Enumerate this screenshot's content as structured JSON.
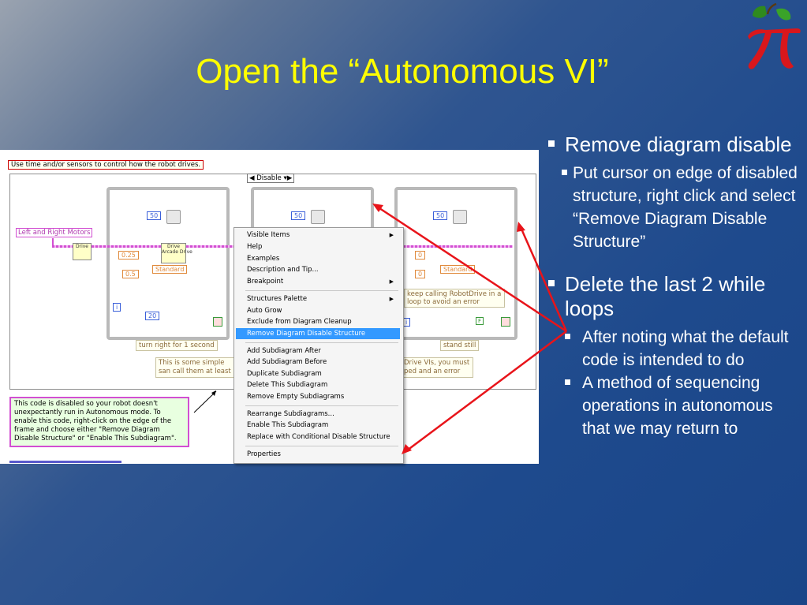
{
  "slide": {
    "title": "Open the “Autonomous VI”"
  },
  "bullets": {
    "b1": "Remove diagram disable",
    "b1_sub": "Put cursor on edge of disabled structure, right click and select “Remove Diagram Disable Structure”",
    "b2": "Delete the last 2 while loops",
    "b2_sub1": "After noting what the default code is intended to do",
    "b2_sub2": "A method of sequencing operations in autonomous that we may return to"
  },
  "diagram": {
    "header_comment": "Use time and/or sensors to control how the robot drives.",
    "disable_selector": "Disable",
    "motors_label": "Left and Right Motors",
    "drive_node": "Drive",
    "arcade_node_top": "Drive",
    "arcade_node_bottom": "Arcade Drive",
    "wait_const_1": "50",
    "wait_const_2": "50",
    "wait_const_3": "50",
    "const_025": "0.25",
    "const_05": "0.5",
    "const_0a": "0",
    "const_0b": "0",
    "standard_1": "Standard",
    "standard_2": "Standard",
    "loop_i": "i",
    "loop_i2": "i",
    "const_20": "20",
    "bool_f": "F",
    "label_turn": "turn right for 1 second",
    "label_stand": "stand still",
    "label_keep": "keep calling RobotDrive in a loop to avoid an error",
    "label_simple": "This is some simple san call them at least every",
    "label_drive_vis": "Drive VIs, you must ped and an error",
    "disabled_note": "This code is disabled so your robot doesn't unexpectantly run in Autonomous mode. To enable this code, right-click on the edge of the frame and choose either \"Remove Diagram Disable Structure\" or \"Enable This Subdiagram\"."
  },
  "context_menu": {
    "items": [
      {
        "label": "Visible Items",
        "submenu": true
      },
      {
        "label": "Help"
      },
      {
        "label": "Examples"
      },
      {
        "label": "Description and Tip..."
      },
      {
        "label": "Breakpoint",
        "submenu": true
      },
      {
        "label": "Structures Palette",
        "submenu": true
      },
      {
        "label": "Auto Grow"
      },
      {
        "label": "Exclude from Diagram Cleanup"
      },
      {
        "label": "Remove Diagram Disable Structure",
        "selected": true
      },
      {
        "label": "Add Subdiagram After"
      },
      {
        "label": "Add Subdiagram Before"
      },
      {
        "label": "Duplicate Subdiagram"
      },
      {
        "label": "Delete This Subdiagram"
      },
      {
        "label": "Remove Empty Subdiagrams"
      },
      {
        "label": "Rearrange Subdiagrams..."
      },
      {
        "label": "Enable This Subdiagram"
      },
      {
        "label": "Replace with Conditional Disable Structure"
      },
      {
        "label": "Properties"
      }
    ]
  },
  "colors": {
    "title": "#ffff00",
    "arrow": "#e8141a",
    "menu_highlight": "#3399ff"
  }
}
